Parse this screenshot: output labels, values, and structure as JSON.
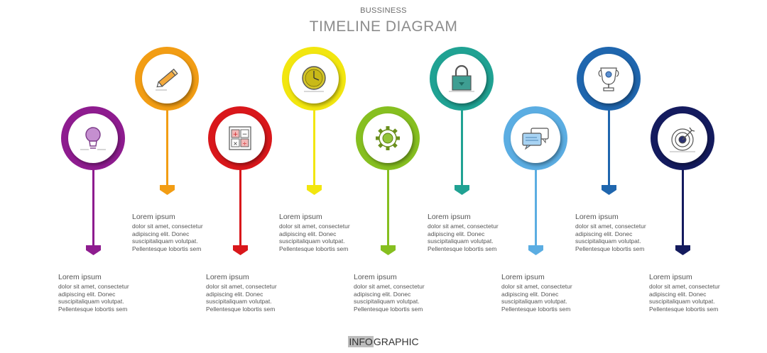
{
  "header": {
    "subtitle": "BUSSINESS",
    "title": "TIMELINE DIAGRAM"
  },
  "footer": {
    "highlight": "INFO",
    "rest": "GRAPHIC"
  },
  "steps": [
    {
      "color": "#8e1c8f",
      "icon": "lightbulb-icon",
      "heading": "Lorem ipsum",
      "lines": [
        "dolor sit amet, consectetur",
        "adipiscing elit. Donec",
        "suscipitaliquam volutpat.",
        "Pellentesque lobortis sem"
      ]
    },
    {
      "color": "#f29d14",
      "icon": "pencil-icon",
      "heading": "Lorem ipsum",
      "lines": [
        "dolor sit amet, consectetur",
        "adipiscing elit. Donec",
        "suscipitaliquam volutpat.",
        "Pellentesque lobortis sem"
      ]
    },
    {
      "color": "#d9171b",
      "icon": "calculator-icon",
      "heading": "Lorem ipsum",
      "lines": [
        "dolor sit amet, consectetur",
        "adipiscing elit. Donec",
        "suscipitaliquam volutpat.",
        "Pellentesque lobortis sem"
      ]
    },
    {
      "color": "#f2e60f",
      "icon": "clock-icon",
      "heading": "Lorem ipsum",
      "lines": [
        "dolor sit amet, consectetur",
        "adipiscing elit. Donec",
        "suscipitaliquam volutpat.",
        "Pellentesque lobortis sem"
      ]
    },
    {
      "color": "#86bf20",
      "icon": "gear-icon",
      "heading": "Lorem ipsum",
      "lines": [
        "dolor sit amet, consectetur",
        "adipiscing elit. Donec",
        "suscipitaliquam volutpat.",
        "Pellentesque lobortis sem"
      ]
    },
    {
      "color": "#20a293",
      "icon": "padlock-icon",
      "heading": "Lorem ipsum",
      "lines": [
        "dolor sit amet, consectetur",
        "adipiscing elit. Donec",
        "suscipitaliquam volutpat.",
        "Pellentesque lobortis sem"
      ]
    },
    {
      "color": "#5bade2",
      "icon": "chat-icon",
      "heading": "Lorem ipsum",
      "lines": [
        "dolor sit amet, consectetur",
        "adipiscing elit. Donec",
        "suscipitaliquam volutpat.",
        "Pellentesque lobortis sem"
      ]
    },
    {
      "color": "#1f66ae",
      "icon": "trophy-icon",
      "heading": "Lorem ipsum",
      "lines": [
        "dolor sit amet, consectetur",
        "adipiscing elit. Donec",
        "suscipitaliquam volutpat.",
        "Pellentesque lobortis sem"
      ]
    },
    {
      "color": "#141b5e",
      "icon": "target-icon",
      "heading": "Lorem ipsum",
      "lines": [
        "dolor sit amet, consectetur",
        "adipiscing elit. Donec",
        "suscipitaliquam volutpat.",
        "Pellentesque lobortis sem"
      ]
    }
  ]
}
